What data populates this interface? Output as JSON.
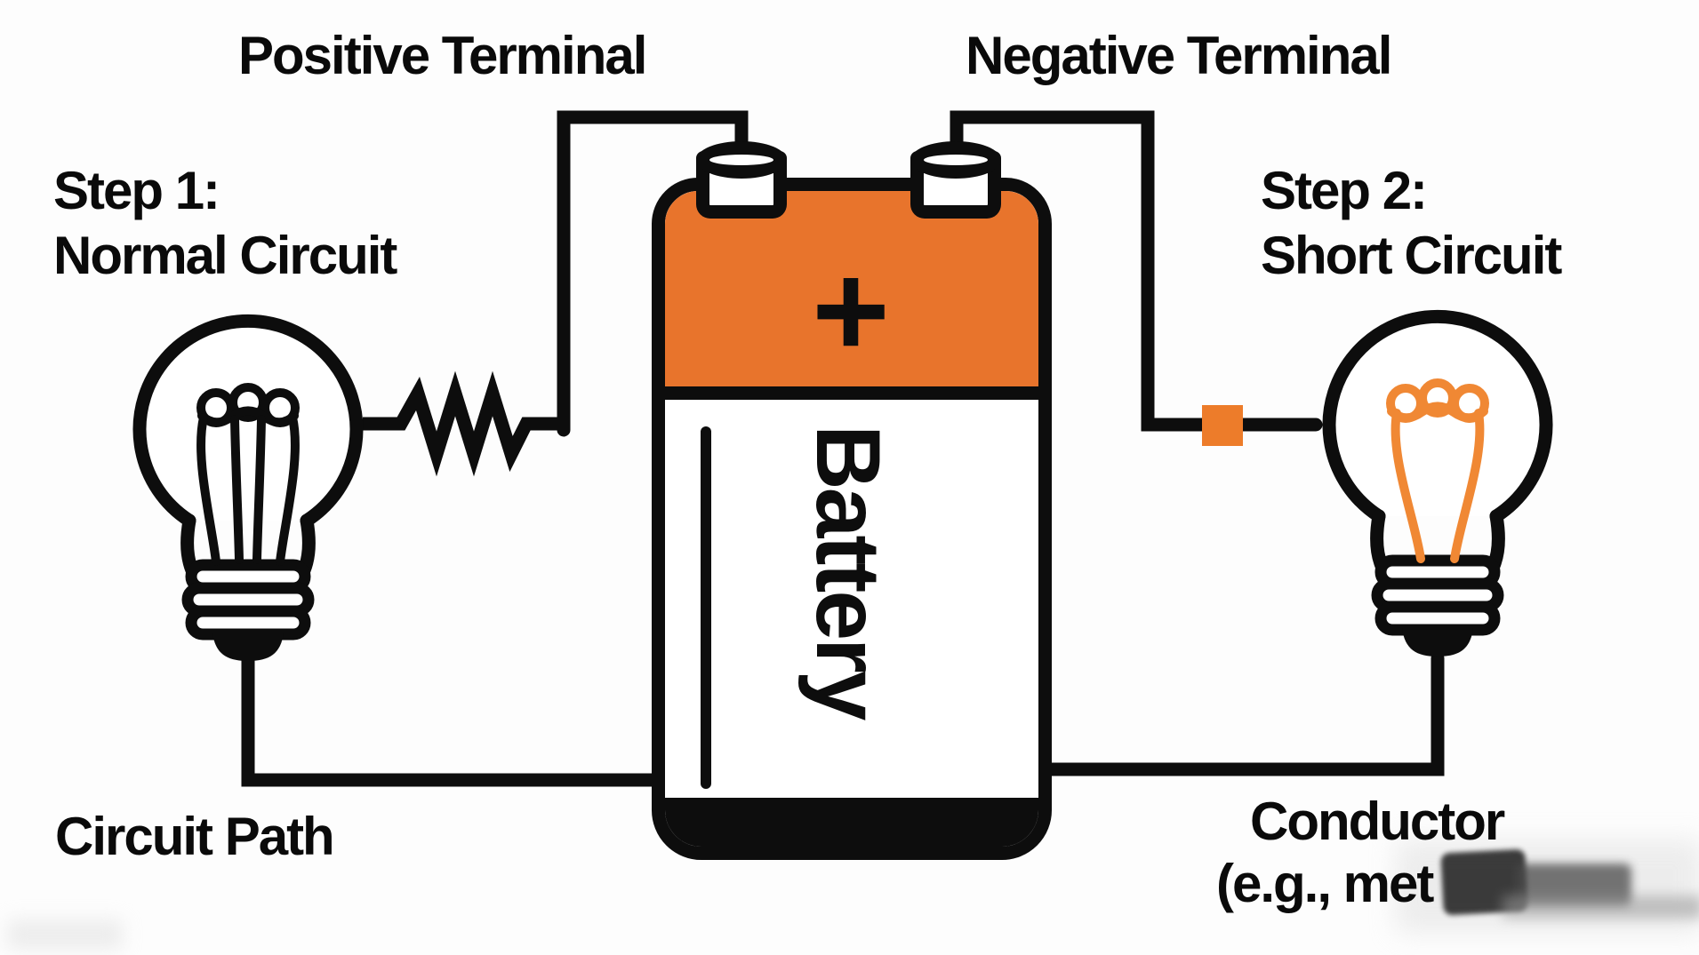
{
  "colors": {
    "line": "#0d0d0d",
    "background": "#fdfdfd",
    "battery_orange": "#e8742c",
    "short_square_orange": "#ed7c2a",
    "filament_orange": "#f08834"
  },
  "terminal_labels": {
    "positive": "Positive Terminal",
    "negative": "Negative Terminal"
  },
  "steps": {
    "step1_line1": "Step 1:",
    "step1_line2": "Normal Circuit",
    "step2_line1": "Step 2:",
    "step2_line2": "Short Circuit"
  },
  "battery": {
    "label": "Battery",
    "plus_symbol": "+"
  },
  "captions": {
    "circuit_path": "Circuit Path",
    "conductor_line1": "Conductor",
    "conductor_line2": "(e.g., met"
  }
}
